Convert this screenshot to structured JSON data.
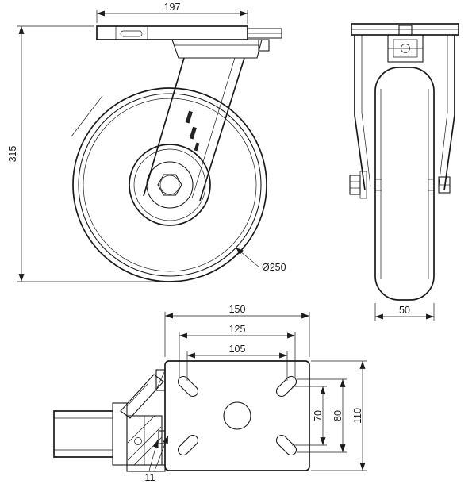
{
  "drawing": {
    "side_view": {
      "plate_width": "197",
      "overall_height": "315",
      "wheel_diameter": "Ø250"
    },
    "front_view": {
      "wheel_width": "50"
    },
    "plan_view": {
      "plate_width": "150",
      "hole_pitch_wide": "125",
      "hole_pitch_narrow": "105",
      "hole_pitch_vert_inner": "70",
      "hole_pitch_vert_outer": "80",
      "plate_depth": "110"
    },
    "detail_view": {
      "callout": "11"
    }
  }
}
